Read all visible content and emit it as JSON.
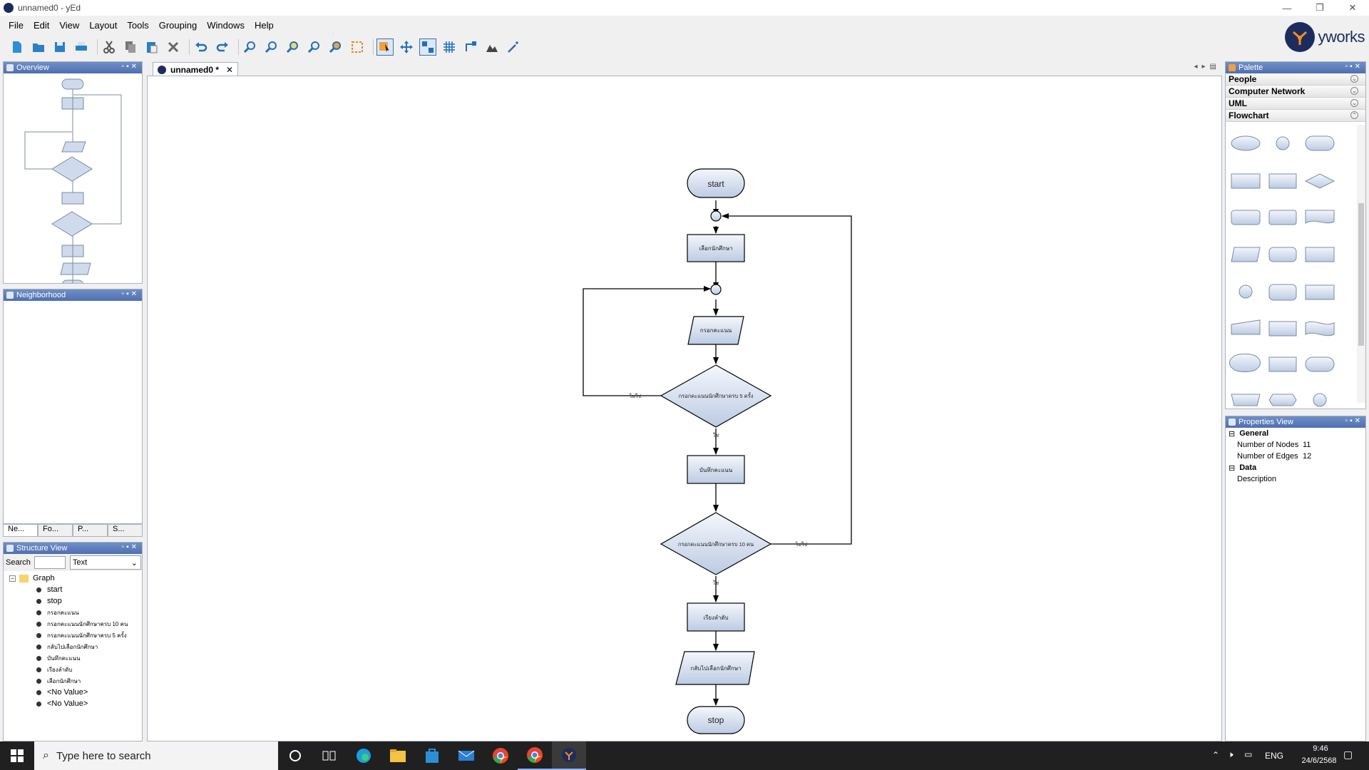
{
  "window": {
    "title": "unnamed0 - yEd"
  },
  "menu": [
    "File",
    "Edit",
    "View",
    "Layout",
    "Tools",
    "Grouping",
    "Windows",
    "Help"
  ],
  "logo": {
    "text": "yworks"
  },
  "overview": {
    "title": "Overview"
  },
  "neighborhood": {
    "title": "Neighborhood",
    "tabs": [
      "Ne...",
      "Fo...",
      "P...",
      "S..."
    ]
  },
  "structure": {
    "title": "Structure View",
    "search_label": "Search",
    "search_value": "",
    "filter_value": "Text",
    "root": "Graph",
    "items": [
      "start",
      "stop",
      "กรอกคะแนน",
      "กรอกคะแนนนักศึกษาครบ 10 คน",
      "กรอกคะแนนนักศึกษาครบ 5 ครั้ง",
      "กลับไปเลือกนักศึกษา",
      "บันทึกคะแนน",
      "เรียงลำดับ",
      "เลือกนักศึกษา",
      "<No Value>",
      "<No Value>"
    ]
  },
  "document_tab": {
    "label": "unnamed0 *"
  },
  "flowchart": {
    "start": "start",
    "select_student": "เลือกนักศึกษา",
    "enter_score": "กรอกคะแนน",
    "decision_5": "กรอกคะแนนนักศึกษาครบ 5 ครั้ง",
    "no_5": "ไม่ใช่",
    "yes_5": "ใช่",
    "save_score": "บันทึกคะแนน",
    "decision_10": "กรอกคะแนนนักศึกษาครบ 10 คน",
    "no_10": "ไม่ใช่",
    "yes_10": "ใช่",
    "sort": "เรียงลำดับ",
    "back": "กลับไปเลือกนักศึกษา",
    "stop": "stop"
  },
  "palette": {
    "title": "Palette",
    "categories": [
      "People",
      "Computer Network",
      "UML",
      "Flowchart"
    ]
  },
  "properties": {
    "title": "Properties View",
    "general": "General",
    "nodes_label": "Number of Nodes",
    "nodes_value": "11",
    "edges_label": "Number of Edges",
    "edges_value": "12",
    "data": "Data",
    "description_label": "Description",
    "description_value": ""
  },
  "taskbar": {
    "search_placeholder": "Type here to search",
    "lang": "ENG",
    "time": "9:46",
    "date": "24/6/2568"
  },
  "colors": {
    "node_fill_top": "#f4f7fc",
    "node_fill_bottom": "#bccbe3",
    "panel_header": "#5b7bbd",
    "taskbar": "#202020"
  }
}
